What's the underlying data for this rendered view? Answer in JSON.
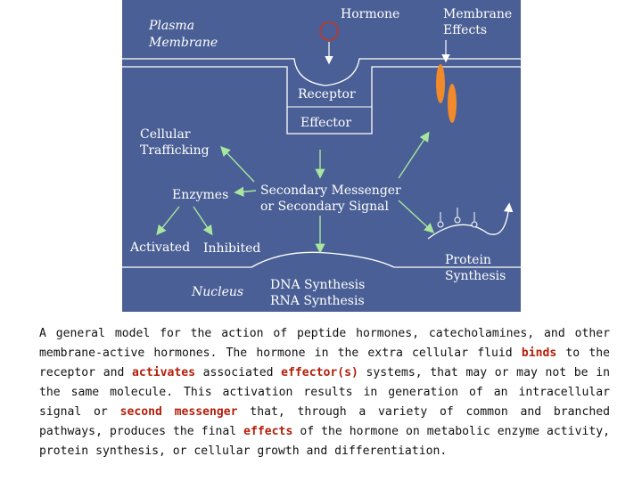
{
  "diagram": {
    "labels": {
      "plasma_membrane": [
        "Plasma",
        "Membrane"
      ],
      "hormone": "Hormone",
      "membrane_effects": [
        "Membrane",
        "Effects"
      ],
      "receptor": "Receptor",
      "effector": "Effector",
      "cellular_trafficking": [
        "Cellular",
        "Trafficking"
      ],
      "enzymes": "Enzymes",
      "secondary_messenger": [
        "Secondary Messenger",
        "or Secondary Signal"
      ],
      "activated": "Activated",
      "inhibited": "Inhibited",
      "protein_synthesis": [
        "Protein",
        "Synthesis"
      ],
      "nucleus": "Nucleus",
      "dna_rna": [
        "DNA Synthesis",
        "RNA Synthesis"
      ]
    },
    "colors": {
      "background": "#4a5f95",
      "line": "#ffffff",
      "arrow": "#a8e6a0",
      "channel": "#f08a2a",
      "hormone_circle": "#c93420"
    }
  },
  "caption": {
    "p1": "A general model for the action of peptide hormones, catecholamines, and other membrane-active hormones. The hormone in the extra cellular fluid ",
    "binds": "binds",
    "p2": " to the receptor and ",
    "activates": "activates",
    "p3": " associated ",
    "effectors": "effector(s)",
    "p4": " systems, that may or may not be in the same molecule. This activation results in generation of an intracellular signal or ",
    "second_messenger": "second messenger",
    "p5": " that, through a variety of common and branched pathways, produces the final ",
    "effects": "effects",
    "p6": " of the hormone on metabolic enzyme activity, protein synthesis, or cellular growth and differentiation."
  }
}
